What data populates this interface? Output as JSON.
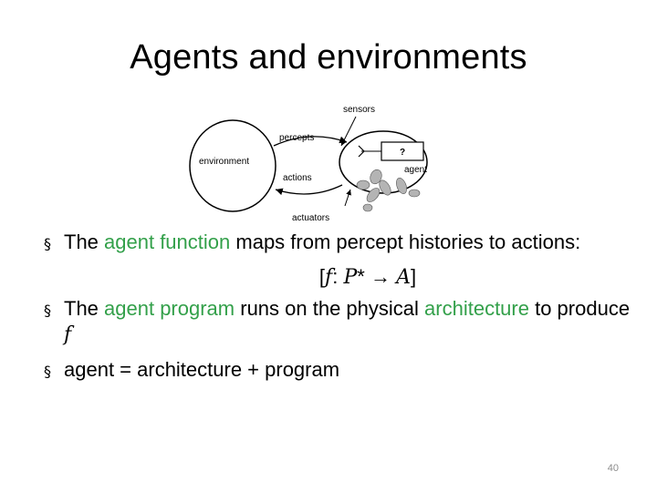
{
  "slide": {
    "title": "Agents and environments",
    "page_number": "40"
  },
  "diagram": {
    "labels": {
      "sensors": "sensors",
      "percepts": "percepts",
      "environment": "environment",
      "actions": "actions",
      "agent": "agent",
      "question": "?",
      "actuators": "actuators"
    }
  },
  "bullets": {
    "marker": "§",
    "b1": {
      "pre": "The ",
      "hl": "agent function",
      "post": " maps from percept histories to actions:"
    },
    "formula": {
      "open": "[",
      "f": "f",
      "colon": ": ",
      "P": "P",
      "star": "* ",
      "arrow": "→ ",
      "A": "A",
      "close": "]"
    },
    "b2": {
      "pre": "The ",
      "hl1": "agent program",
      "mid": " runs on the physical ",
      "hl2": "architecture",
      "post": " to produce ",
      "f": "f"
    },
    "b3": {
      "text": "agent = architecture + program"
    }
  },
  "colors": {
    "highlight": "#33a04a",
    "page_number": "#8c8c8c"
  }
}
